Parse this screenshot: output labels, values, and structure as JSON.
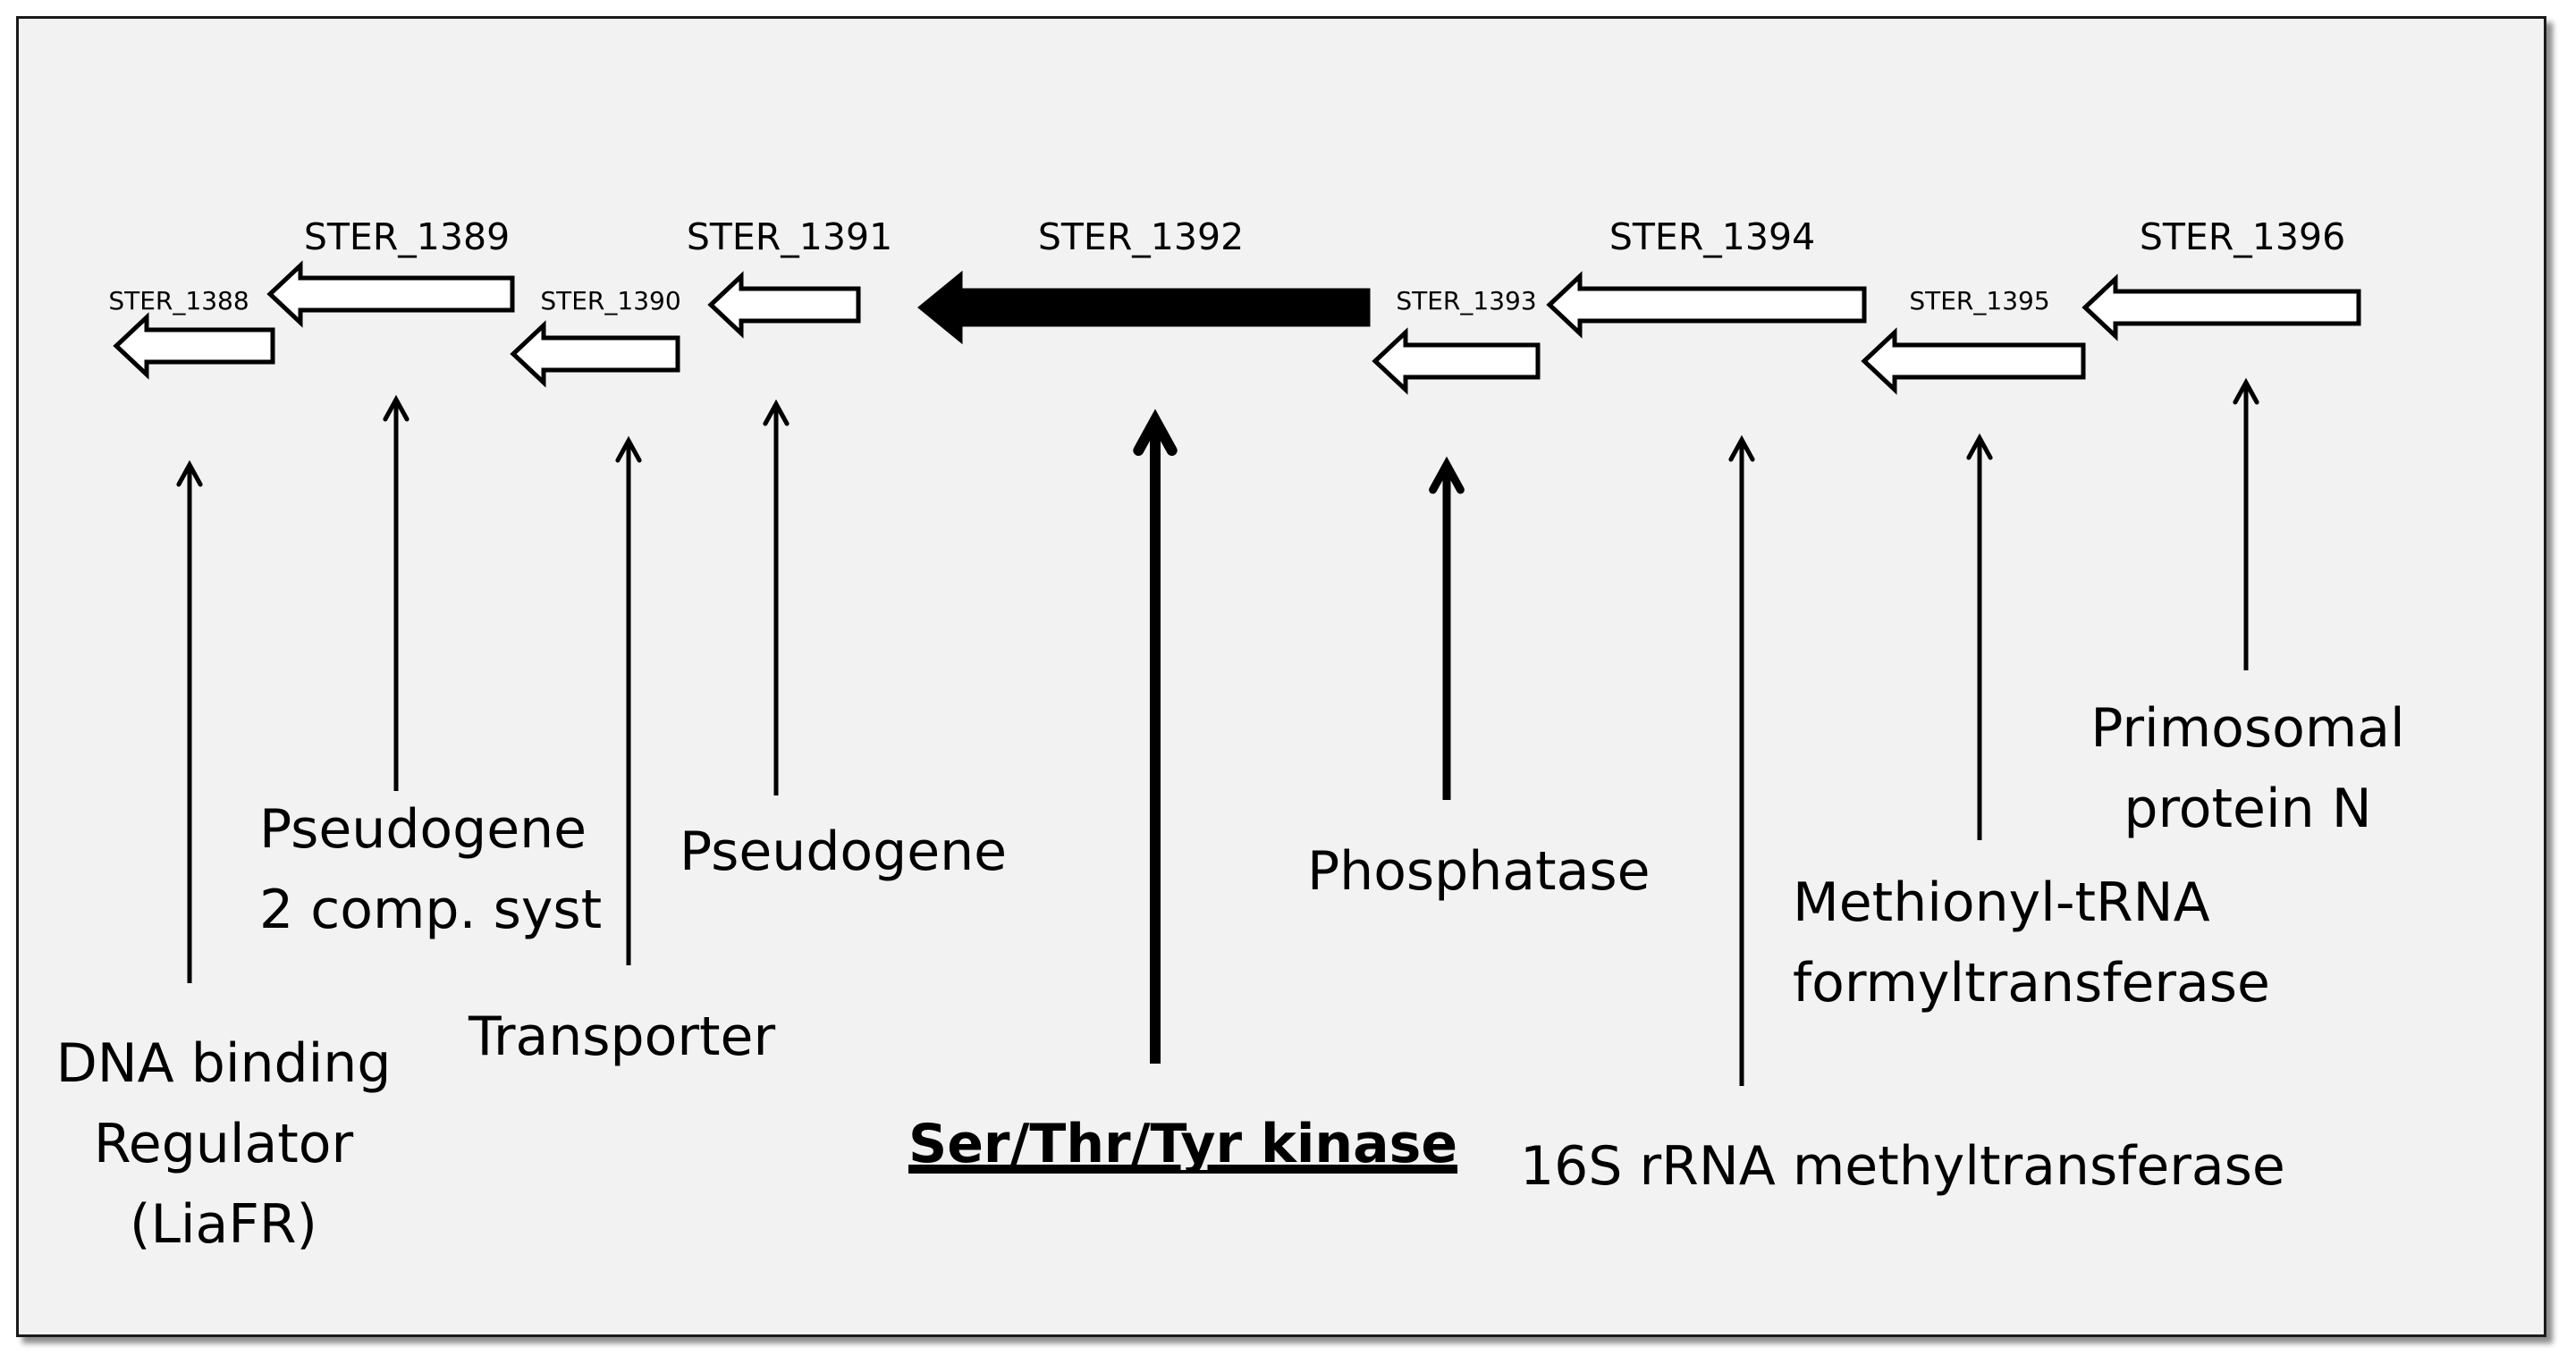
{
  "genes": [
    {
      "id": "g1388",
      "label": "STER_1388"
    },
    {
      "id": "g1389",
      "label": "STER_1389"
    },
    {
      "id": "g1390",
      "label": "STER_1390"
    },
    {
      "id": "g1391",
      "label": "STER_1391"
    },
    {
      "id": "g1392",
      "label": "STER_1392"
    },
    {
      "id": "g1393",
      "label": "STER_1393"
    },
    {
      "id": "g1394",
      "label": "STER_1394"
    },
    {
      "id": "g1395",
      "label": "STER_1395"
    },
    {
      "id": "g1396",
      "label": "STER_1396"
    }
  ],
  "functions": [
    {
      "id": "f1388",
      "lines": [
        "DNA binding",
        "Regulator",
        "(LiaFR)"
      ]
    },
    {
      "id": "f1389",
      "lines": [
        "Pseudogene",
        "2 comp. syst"
      ]
    },
    {
      "id": "f1390",
      "lines": [
        "Transporter"
      ]
    },
    {
      "id": "f1391",
      "lines": [
        "Pseudogene"
      ]
    },
    {
      "id": "f1392",
      "lines": [
        "Ser/Thr/Tyr kinase"
      ]
    },
    {
      "id": "f1393",
      "lines": [
        "Phosphatase"
      ]
    },
    {
      "id": "f1394",
      "lines": [
        "16S rRNA methyltransferase"
      ]
    },
    {
      "id": "f1395",
      "lines": [
        "Methionyl-tRNA",
        "formyltransferase"
      ]
    },
    {
      "id": "f1396",
      "lines": [
        "Primosomal",
        "protein N"
      ]
    }
  ],
  "colors": {
    "background": "#f2f2f2",
    "highlight_gene": "#000000",
    "gene_outline": "#000000",
    "gene_fill": "#ffffff"
  }
}
